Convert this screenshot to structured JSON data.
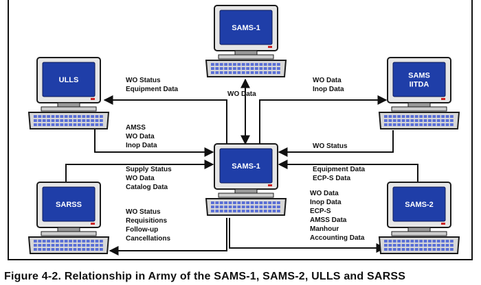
{
  "computers": [
    {
      "id": "sams1-top",
      "name": "computer-sams1-top",
      "label": "SAMS-1"
    },
    {
      "id": "ulls",
      "name": "computer-ulls",
      "label": "ULLS"
    },
    {
      "id": "sams-iitda",
      "name": "computer-sams-iitda",
      "label": "SAMS\nIITDA"
    },
    {
      "id": "sams1-center",
      "name": "computer-sams1-center",
      "label": "SAMS-1"
    },
    {
      "id": "sarss",
      "name": "computer-sarss",
      "label": "SARSS"
    },
    {
      "id": "sams2",
      "name": "computer-sams2",
      "label": "SAMS-2"
    }
  ],
  "flows": {
    "ulls_to_center": "WO Status\nEquipment Data",
    "center_to_ulls": "AMSS\nWO Data\nInop Data",
    "top_link": "WO Data",
    "iitda_upper": "WO Data\nInop Data",
    "iitda_lower": "WO Status",
    "sarss_upper": "Supply Status\nWO Data\nCatalog Data",
    "sarss_lower": "WO Status\nRequisitions\nFollow-up\nCancellations",
    "sams2_upper": "Equipment Data\nECP-S Data",
    "sams2_lower": "WO Data\nInop Data\nECP-S\nAMSS Data\nManhour\nAccounting Data"
  },
  "caption": "Figure 4-2. Relationship in Army of the SAMS-1, SAMS-2, ULLS and SARSS",
  "colors": {
    "screen": "#1f3ea8",
    "screen_text": "#ffffff",
    "monitor_bezel": "#e6e6e6",
    "monitor_outline": "#1a1a1a",
    "keyboard_keys": "#5a6fd6",
    "line": "#111111",
    "label": "#111111"
  }
}
